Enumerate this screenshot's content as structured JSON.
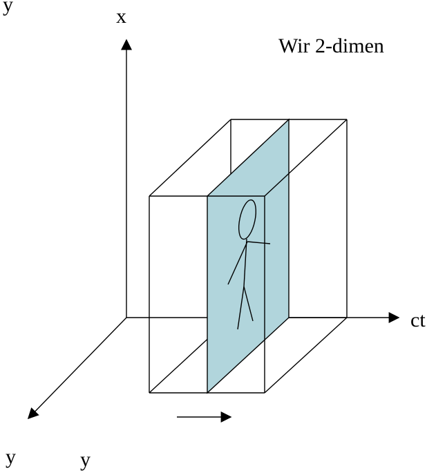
{
  "labels": {
    "top_left_y": "y",
    "x_axis": "x",
    "heading": "Wir 2-dimen",
    "ct_axis": "ct",
    "bottom_y_1": "y",
    "bottom_y_2": "y"
  },
  "colors": {
    "plane_fill": "#b1d5dc",
    "stroke": "#000000"
  }
}
